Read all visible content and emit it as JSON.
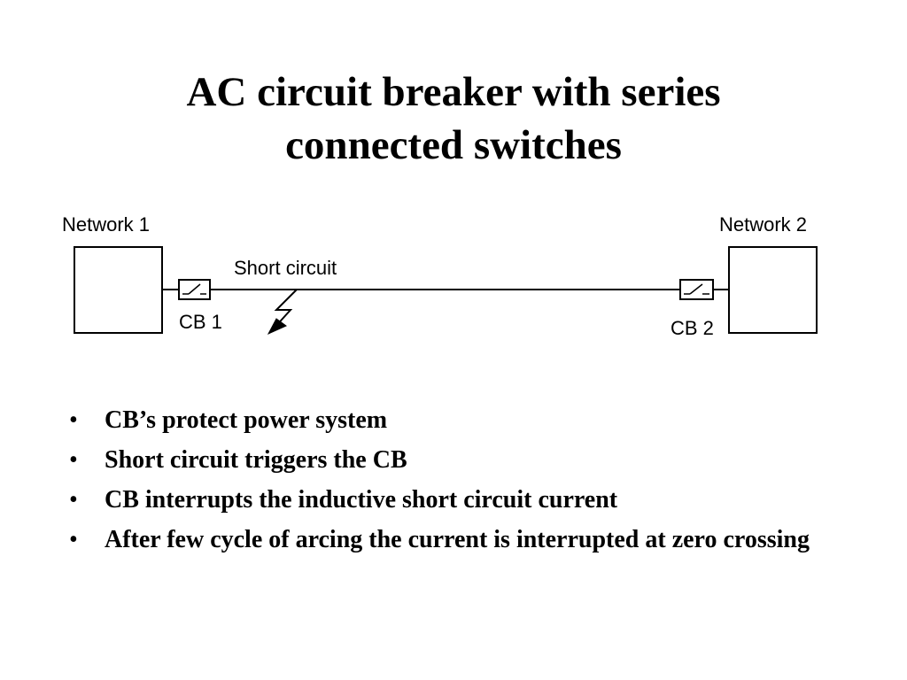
{
  "title": {
    "line1": "AC circuit breaker with series",
    "line2": "connected switches"
  },
  "diagram": {
    "network1_label": "Network 1",
    "network2_label": "Network 2",
    "cb1_label": "CB 1",
    "cb2_label": "CB 2",
    "fault_label": "Short circuit"
  },
  "bullets": {
    "marker": "•",
    "items": [
      "CB’s protect power system",
      "Short circuit triggers the CB",
      "CB interrupts the inductive short circuit current",
      "After few cycle of arcing the current is interrupted at zero crossing"
    ]
  }
}
